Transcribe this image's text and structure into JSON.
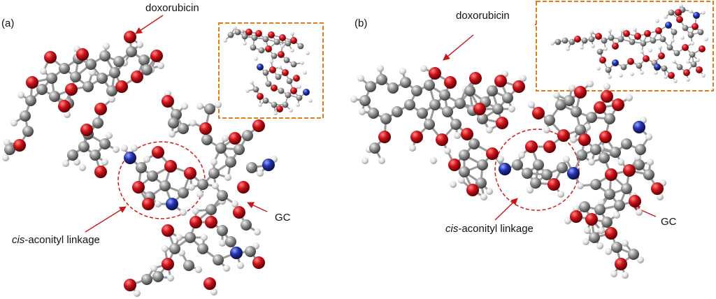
{
  "panels": [
    {
      "tag": "(a)",
      "drug_label": "doxorubicin",
      "polymer_label": "GC",
      "linkage_italic": "cis",
      "linkage_rest": "-aconityl linkage"
    },
    {
      "tag": "(b)",
      "drug_label": "doxorubicin",
      "polymer_label": "GC",
      "linkage_italic": "cis",
      "linkage_rest": "-aconityl linkage"
    }
  ],
  "colors": {
    "carbon": "#8a8a8a",
    "oxygen": "#c8161d",
    "nitrogen": "#2a3fb0",
    "hydrogen": "#e6e6e6",
    "bond": "#9a9a9a",
    "arrow": "#c8161d",
    "inset_border": "#e07b18",
    "linkage_circle": "#d01a1a"
  }
}
